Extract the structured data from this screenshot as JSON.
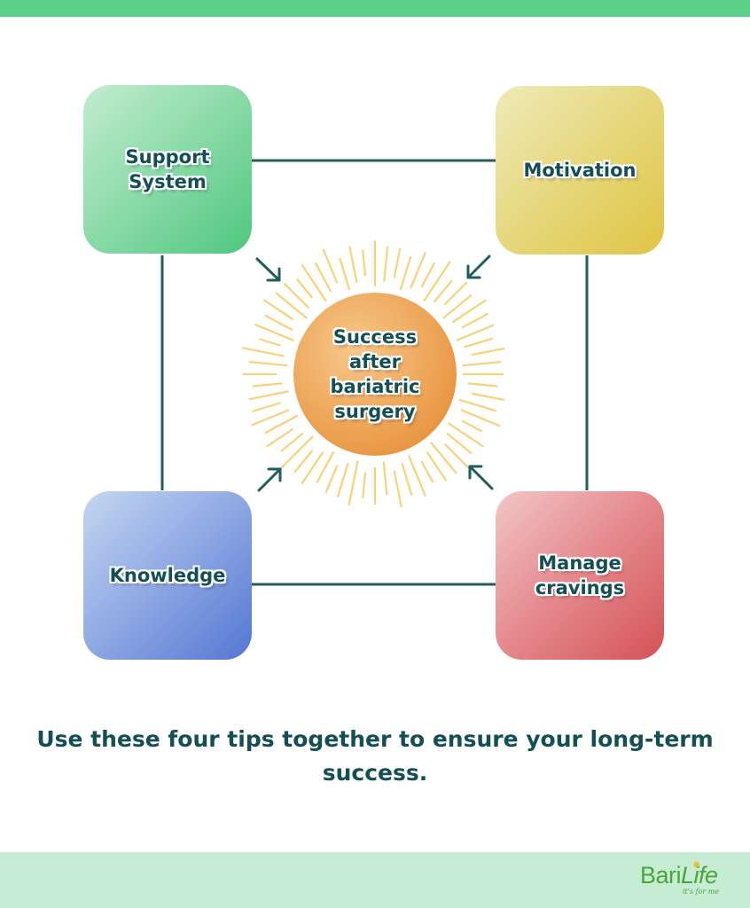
{
  "nodes": {
    "support": "Support\nSystem",
    "motivation": "Motivation",
    "knowledge": "Knowledge",
    "cravings": "Manage\ncravings",
    "center": "Success\nafter\nbariatric\nsurgery"
  },
  "caption": "Use these four tips together to ensure your long-term success.",
  "logo": {
    "bari": "Bari",
    "life": "Life",
    "tagline": "it's for me"
  },
  "colors": {
    "text": "#134f54",
    "connector": "#1f5e5b",
    "top_bar": "#5ccf8a",
    "bottom_bar": "#c6edd3",
    "sunburst": "#f7d27a",
    "logo": "#4aa63c"
  },
  "icons": [
    "arrow-icon",
    "sunburst-icon",
    "star-icon"
  ]
}
